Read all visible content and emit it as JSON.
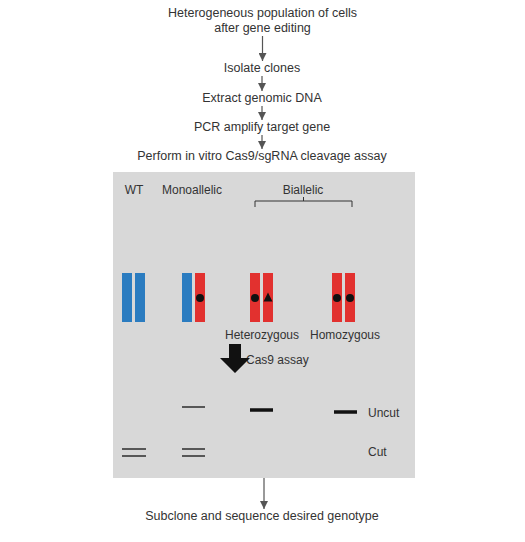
{
  "diagram": {
    "nodes": [
      {
        "text": [
          "Heterogeneous population of cells after gene editing"
        ]
      },
      {
        "text": [
          "Isolate clones"
        ]
      },
      {
        "text": [
          "Extract genomic DNA"
        ]
      },
      {
        "text": [
          "PCR amplify target gene"
        ]
      },
      {
        "text": [
          "Perform in vitro Cas9/sgRNA cleavage assay"
        ]
      },
      {
        "text": [
          "WT",
          "Monoallelic",
          "Biallelic",
          "Heterozygous",
          "Homozygous",
          "Cas9 assay",
          "Uncut",
          "Cut"
        ]
      },
      {
        "text": [
          "Subclone and sequence desired genotype"
        ]
      }
    ],
    "edges": [
      {
        "from": 0,
        "to": 1,
        "arrow": "to"
      },
      {
        "from": 1,
        "to": 2,
        "arrow": "to"
      },
      {
        "from": 2,
        "to": 3,
        "arrow": "to"
      },
      {
        "from": 3,
        "to": 4,
        "arrow": "to"
      },
      {
        "from": 5,
        "to": 6,
        "arrow": "to"
      }
    ]
  }
}
